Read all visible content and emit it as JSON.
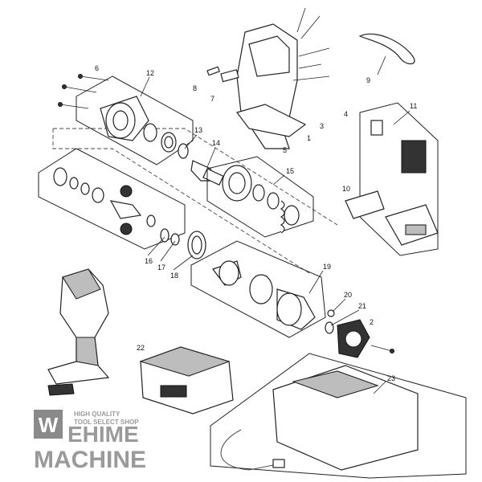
{
  "callouts": [
    {
      "id": "c1",
      "text": "1"
    },
    {
      "id": "c2",
      "text": "2"
    },
    {
      "id": "c3",
      "text": "3"
    },
    {
      "id": "c4",
      "text": "4"
    },
    {
      "id": "c5",
      "text": "5"
    },
    {
      "id": "c6",
      "text": "6"
    },
    {
      "id": "c7",
      "text": "7"
    },
    {
      "id": "c8",
      "text": "8"
    },
    {
      "id": "c9",
      "text": "9"
    },
    {
      "id": "c10",
      "text": "10"
    },
    {
      "id": "c11",
      "text": "11"
    },
    {
      "id": "c12",
      "text": "12"
    },
    {
      "id": "c13",
      "text": "13"
    },
    {
      "id": "c14",
      "text": "14"
    },
    {
      "id": "c15",
      "text": "15"
    },
    {
      "id": "c16",
      "text": "16"
    },
    {
      "id": "c17",
      "text": "17"
    },
    {
      "id": "c18",
      "text": "18"
    },
    {
      "id": "c19",
      "text": "19"
    },
    {
      "id": "c20",
      "text": "20"
    },
    {
      "id": "c21",
      "text": "21"
    },
    {
      "id": "c22",
      "text": "22"
    },
    {
      "id": "c23",
      "text": "23"
    }
  ],
  "logo": {
    "tagline_1": "HIGH QUALITY",
    "tagline_2": "TOOL SELECT SHOP",
    "line_1": "EHIME",
    "line_2": "MACHINE",
    "mark": "W"
  }
}
